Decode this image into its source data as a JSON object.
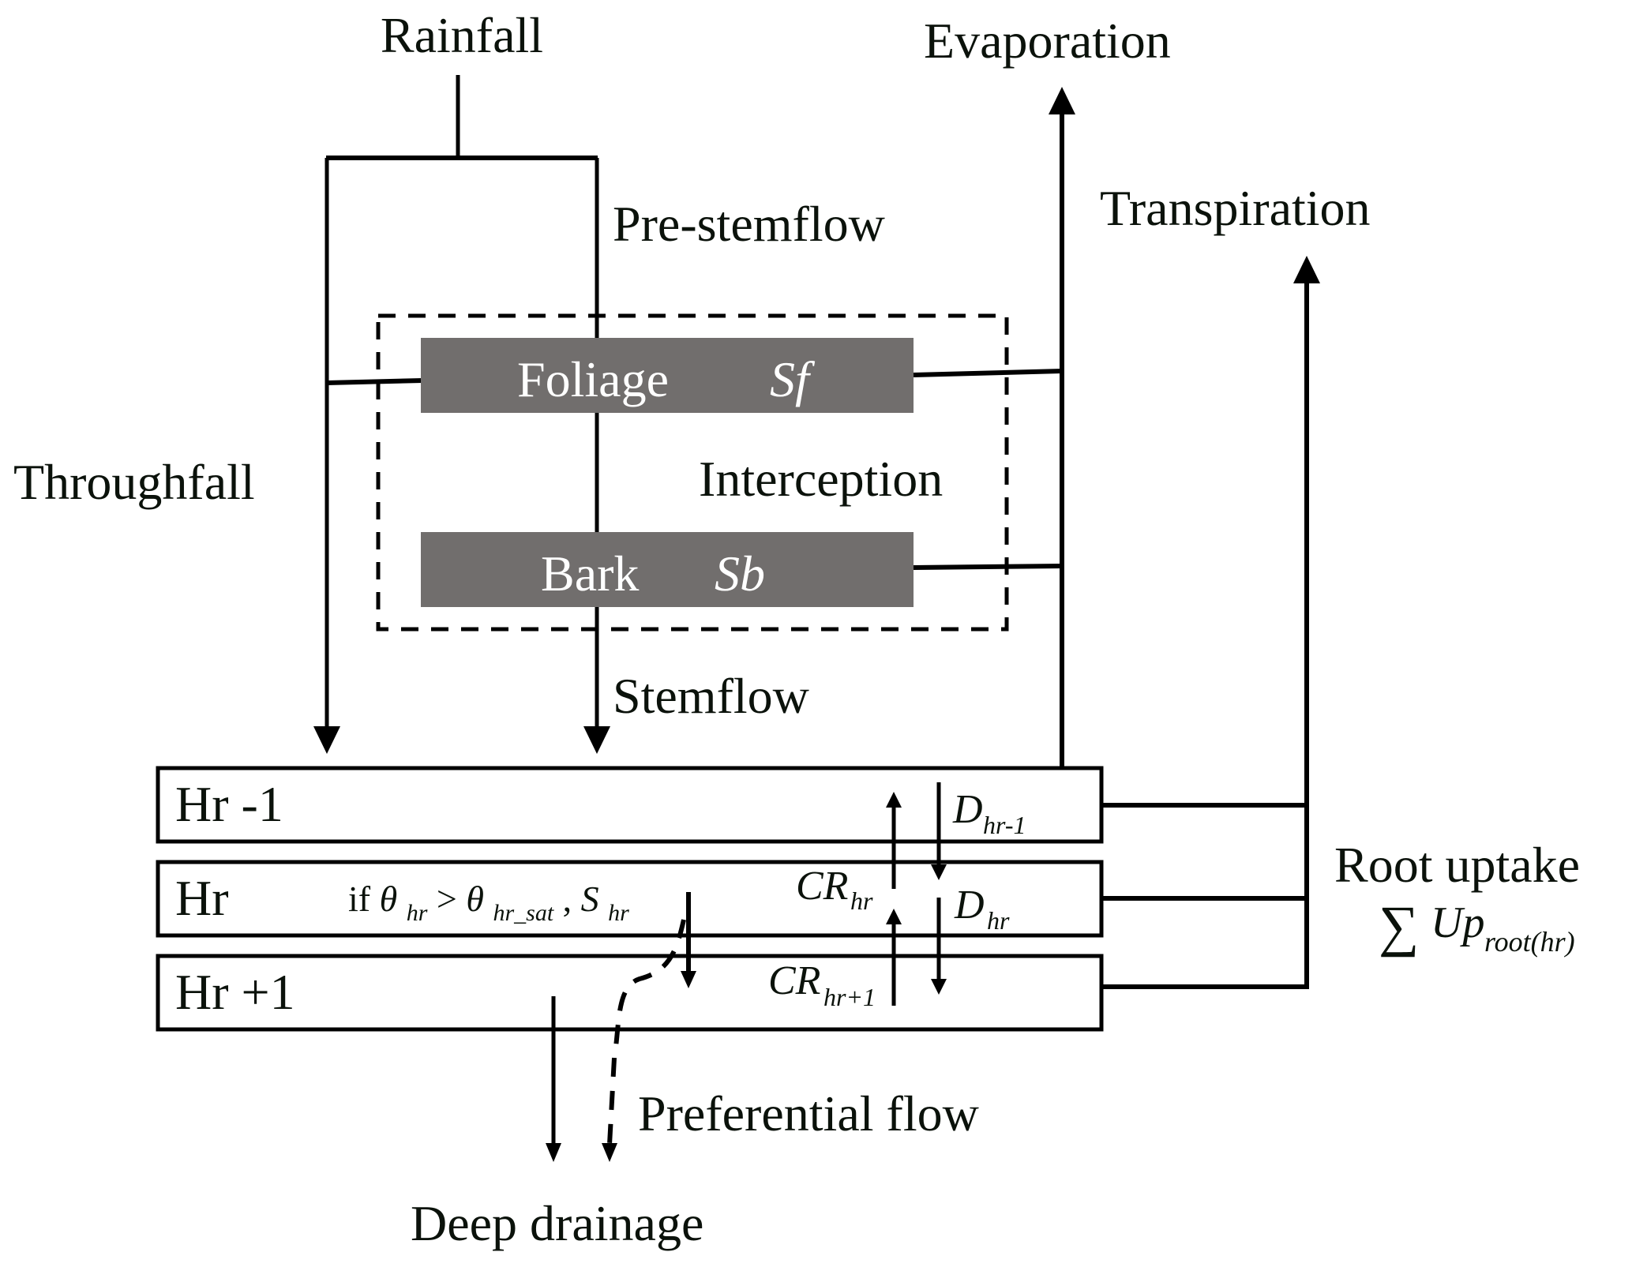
{
  "title": "Canopy interception and soil water balance schematic",
  "labels": {
    "rainfall": "Rainfall",
    "evaporation": "Evaporation",
    "transpiration": "Transpiration",
    "pre_stemflow": "Pre-stemflow",
    "throughfall": "Throughfall",
    "interception": "Interception",
    "stemflow": "Stemflow",
    "root_uptake": "Root uptake",
    "root_uptake_sum_symbol": "∑",
    "root_uptake_var": "Up",
    "root_uptake_sub": "root(hr)",
    "preferential_flow": "Preferential flow",
    "deep_drainage": "Deep drainage"
  },
  "stores": {
    "foliage": {
      "name": "Foliage",
      "symbol": "Sf"
    },
    "bark": {
      "name": "Bark",
      "symbol": "Sb"
    }
  },
  "layers": [
    {
      "label": "Hr -1"
    },
    {
      "label": "Hr"
    },
    {
      "label": "Hr +1"
    }
  ],
  "fluxes": {
    "d_upper": {
      "var": "D",
      "sub": "hr-1"
    },
    "d_mid": {
      "var": "D",
      "sub": "hr"
    },
    "cr_mid": {
      "var": "CR",
      "sub": "hr"
    },
    "cr_lower": {
      "var": "CR",
      "sub": "hr+1"
    }
  },
  "condition": {
    "prefix": "if ",
    "theta": "θ",
    "theta_sub": "hr",
    "gt": " > ",
    "theta2_sub": "hr_sat",
    "comma": " , ",
    "s_var": "S",
    "s_sub": "hr"
  },
  "colors": {
    "line": "#000000",
    "store_fill": "#716e6d",
    "text": "#0b120b",
    "store_text": "#ffffff"
  }
}
